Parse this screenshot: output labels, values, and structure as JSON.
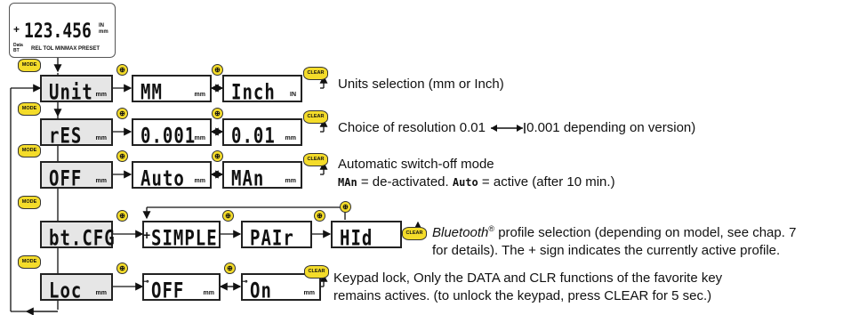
{
  "device": {
    "sign": "+",
    "reading": "123.456",
    "unit_in": "IN",
    "unit_mm": "mm",
    "indicators": "REL TOL MINMAX PRESET",
    "data_label": "Data",
    "bt_label": "BT"
  },
  "buttons": {
    "mode": "MODE",
    "clear": "CLEAR"
  },
  "rows": [
    {
      "boxes": [
        {
          "text": "Unit",
          "unit": "mm"
        },
        {
          "text": "MM",
          "unit": "mm"
        },
        {
          "text": "Inch",
          "unit": "IN"
        }
      ],
      "description": "Units selection (mm or Inch)"
    },
    {
      "boxes": [
        {
          "text": "rES",
          "unit": "mm"
        },
        {
          "text": "0.001",
          "unit": "mm"
        },
        {
          "text": "0.01",
          "unit": "mm"
        }
      ],
      "description_before": "Choice of resolution 0.01",
      "description_after": "0.001 depending on version)"
    },
    {
      "boxes": [
        {
          "text": "OFF",
          "unit": "mm"
        },
        {
          "text": "Auto",
          "unit": "mm"
        },
        {
          "text": "MAn",
          "unit": "mm"
        }
      ],
      "description_line1": "Automatic switch-off mode",
      "line2_seg1": "MAn",
      "line2_text1": "= de-activated.",
      "line2_seg2": "Auto",
      "line2_text2": "= active (after 10 min.)"
    },
    {
      "boxes": [
        {
          "text": "bt.CFG",
          "unit": ""
        },
        {
          "text": "SIMPLE",
          "unit": "",
          "prefix": "+"
        },
        {
          "text": "PAIr",
          "unit": ""
        },
        {
          "text": "HId",
          "unit": ""
        }
      ],
      "description_italic": "Bluetooth",
      "description_reg": "®",
      "description_line1_rest": " profile selection (depending on model, see chap. 7",
      "description_line2": "for details). The + sign indicates the currently active profile."
    },
    {
      "boxes": [
        {
          "text": "Loc",
          "unit": "mm"
        },
        {
          "text": "OFF",
          "unit": "mm",
          "prefix": "⊸"
        },
        {
          "text": "On",
          "unit": "mm",
          "prefix": "⊸"
        }
      ],
      "description_line1": "Keypad lock, Only the DATA and CLR functions of the favorite key",
      "description_line2": "remains actives. (to unlock the keypad, press CLEAR for 5 sec.)"
    }
  ]
}
